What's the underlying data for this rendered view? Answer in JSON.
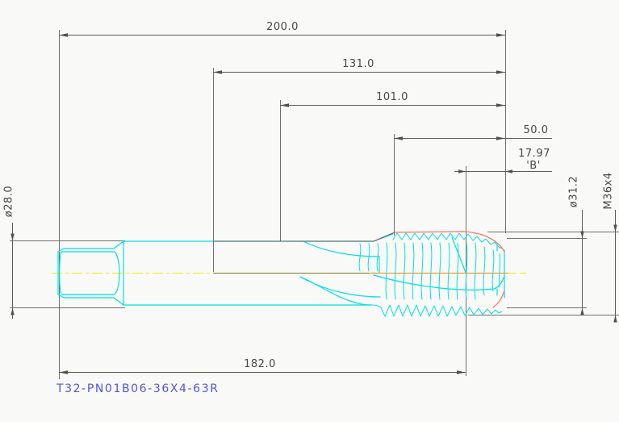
{
  "part_label": "T32-PN01B06-36X4-63R",
  "dimensions": {
    "overall_length": "200.0",
    "length_131": "131.0",
    "length_101": "101.0",
    "length_50": "50.0",
    "chamfer_length": "17.97",
    "chamfer_ref": "'B'",
    "length_182": "182.0",
    "shank_diameter": "ø28.0",
    "tip_diameter": "ø31.2",
    "thread_spec": "M36x4"
  },
  "colors": {
    "background": "#f9f9f7",
    "line": "#5b5b5b",
    "ext-line": "#707070",
    "arrow": "#4f4f4f",
    "text": "#474747",
    "cyan": "#00e2e2",
    "red": "#ff7264",
    "orange": "#ff8500",
    "yellow": "#f2ee00",
    "olive": "#7c7c28",
    "blue": "#5454dc"
  }
}
